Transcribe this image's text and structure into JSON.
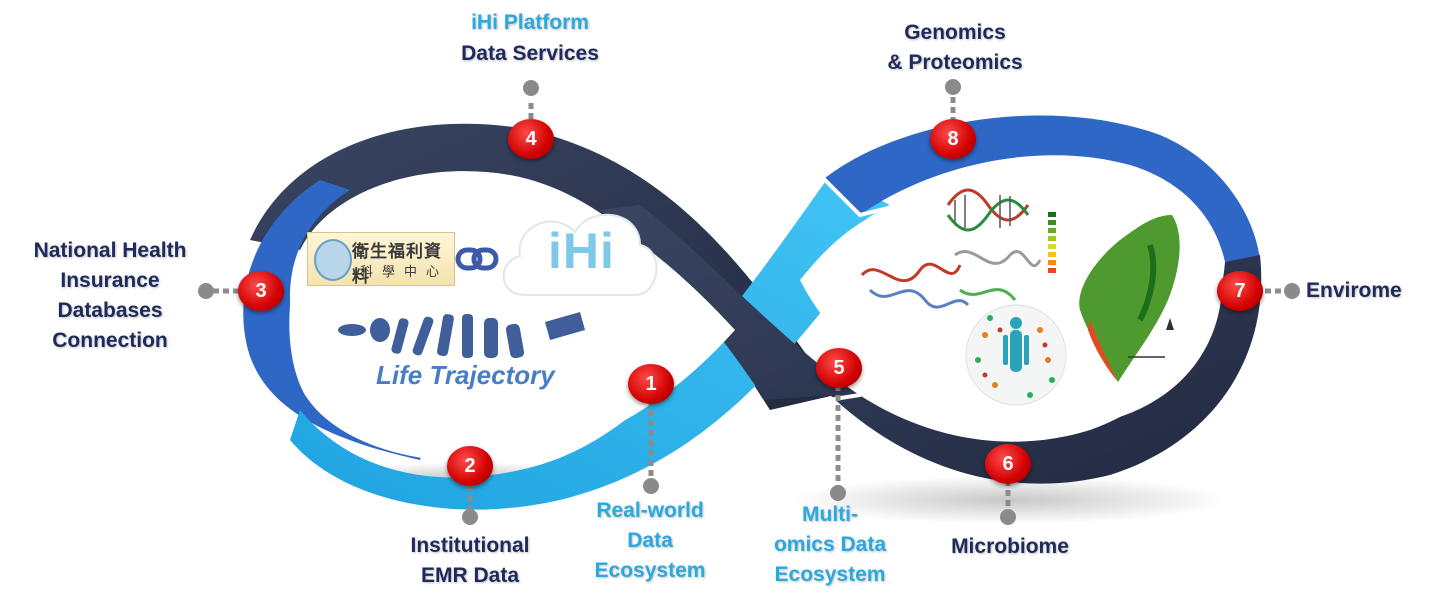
{
  "labels": {
    "ihi_platform": "iHi Platform",
    "data_services": "Data Services",
    "genomics": "Genomics\n& Proteomics",
    "nhi": "National Health\nInsurance\nDatabases\nConnection",
    "envirome": "Envirome",
    "institutional": "Institutional\nEMR Data",
    "real_world": "Real-world\nData\nEcosystem",
    "multi_omics": "Multi-\nomics Data\nEcosystem",
    "microbiome": "Microbiome"
  },
  "badges": {
    "b1": "1",
    "b2": "2",
    "b3": "3",
    "b4": "4",
    "b5": "5",
    "b6": "6",
    "b7": "7",
    "b8": "8"
  },
  "logos": {
    "mohw_line1": "衛生福利資料",
    "mohw_line2": "科學中心",
    "ihi": "iHi",
    "life_trajectory": "Life Trajectory"
  },
  "colors": {
    "dark_band": "#2c3650",
    "blue_band": "#2f67c6",
    "light_band": "#29aee6",
    "badge_red": "#d10000",
    "label_dark": "#1f2a5c",
    "label_light": "#29a9e0"
  }
}
